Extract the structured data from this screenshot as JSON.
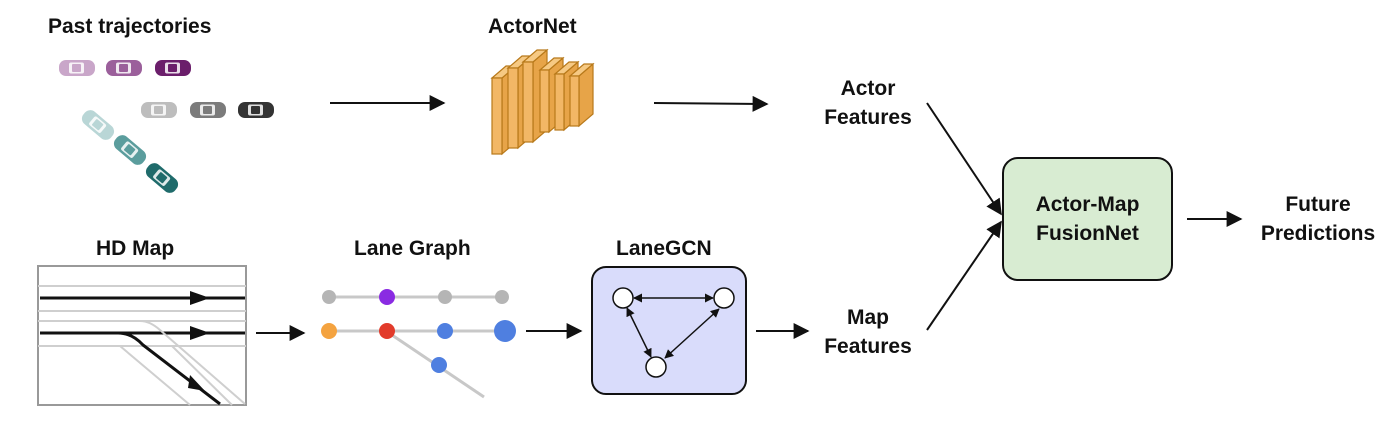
{
  "labels": {
    "past_trajectories": "Past trajectories",
    "actornet": "ActorNet",
    "actor_features_1": "Actor",
    "actor_features_2": "Features",
    "hd_map": "HD Map",
    "lane_graph": "Lane Graph",
    "lanegcn": "LaneGCN",
    "map_features_1": "Map",
    "map_features_2": "Features",
    "fusion_1": "Actor-Map",
    "fusion_2": "FusionNet",
    "future_1": "Future",
    "future_2": "Predictions"
  },
  "colors": {
    "lanegcn_box_fill": "#d9dcfb",
    "fusion_box_fill": "#d8ecd2",
    "actornet_orange": "#f2b766",
    "actornet_edge": "#b8791a",
    "node_gray": "#b5b5b5",
    "node_purple": "#8a2be2",
    "node_orange": "#f4a340",
    "node_red": "#e23b2b",
    "node_blue": "#4f7fe0",
    "car_pink": "#c9a6c9",
    "car_mauve": "#9b5f9b",
    "car_purple": "#6b1e6b",
    "car_lightgray": "#bdbdbd",
    "car_gray": "#7b7b7b",
    "car_dark": "#333333",
    "car_teal_light": "#b9d6d6",
    "car_teal": "#5b9d9d",
    "car_teal_dark": "#1f6b6b"
  },
  "icons": [
    "car-icon",
    "cnn-layers-icon",
    "graph-icon"
  ]
}
